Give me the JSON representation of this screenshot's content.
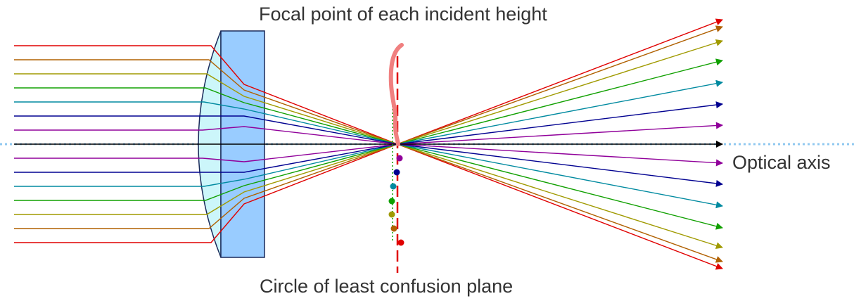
{
  "labels": {
    "focal_point": "Focal point of each incident height",
    "optical_axis": "Optical axis",
    "circle_plane": "Circle of least confusion plane"
  },
  "colors": {
    "rays": [
      "#e00000",
      "#b06000",
      "#a09a00",
      "#10a000",
      "#008aa0",
      "#000090",
      "#90009a"
    ],
    "axis_ray": "#000000",
    "optical_axis_dotted": "#90c8f0",
    "lens_front": "#ccf6fa",
    "lens_back": "#99ccff",
    "lens_edge": "#1a2a5a",
    "caustic": "#f08080",
    "confusion_plane": "#e00000",
    "focus_plane_dotted": "#10a000"
  },
  "diagram": {
    "ray_count_per_side": 7,
    "description_items": [
      "incident parallel rays",
      "plano-convex lens",
      "caustic curve of focal points",
      "circle of least confusion plane",
      "optical axis"
    ]
  }
}
